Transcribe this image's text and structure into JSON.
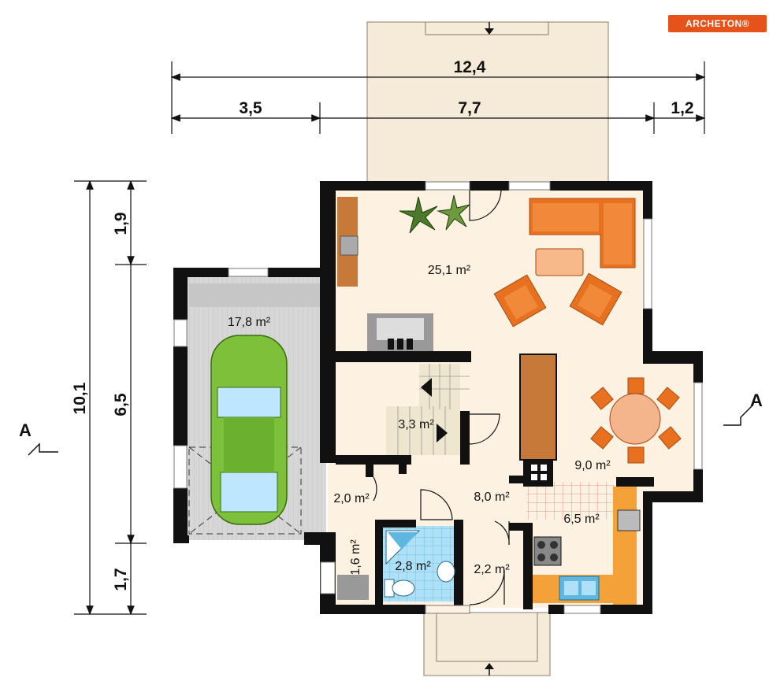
{
  "logo": {
    "text": "ARCHETON",
    "mark": "®"
  },
  "dimensions": {
    "total_width": "12,4",
    "seg_left": "3,5",
    "seg_mid": "7,7",
    "seg_right": "1,2",
    "total_height": "10,1",
    "seg_top": "1,9",
    "seg_mid_v": "6,5",
    "seg_bottom": "1,7"
  },
  "section_marker": "A",
  "rooms": {
    "living": "25,1 m²",
    "garage": "17,8 m²",
    "stairs": "3,3 m²",
    "dining": "9,0 m²",
    "hall": "8,0 m²",
    "vestibule": "2,0 m²",
    "kitchen": "6,5 m²",
    "boiler": "1,6 m²",
    "bath": "2,8 m²",
    "entrance": "2,2 m²"
  },
  "colors": {
    "wall": "#111111",
    "floor": "#fdf1e2",
    "terrace": "#f6ead8",
    "garage_floor": "#d6d6d6",
    "car": "#7dc13a",
    "furniture": "#e8711f",
    "tile_bath": "#aee0f7",
    "brand": "#e5531a"
  }
}
